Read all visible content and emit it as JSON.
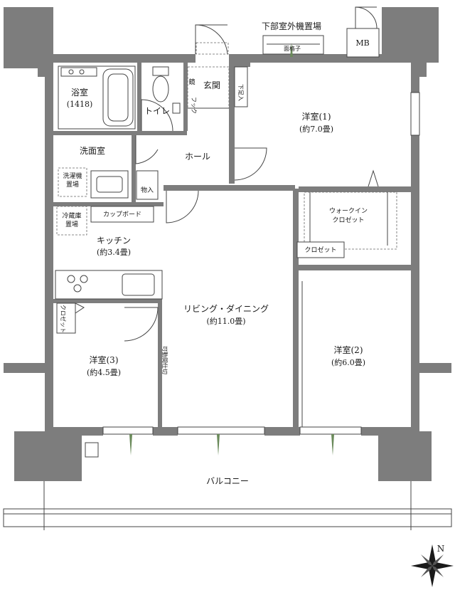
{
  "rooms": {
    "outdoor_unit_space": "下部室外機置場",
    "lattice": "面格子",
    "mb": "MB",
    "bathroom": "浴室",
    "bathroom_size": "(1418)",
    "toilet": "トイレ",
    "mirror": "鏡",
    "entrance": "玄関",
    "hook": "フック",
    "shoe_storage": "下足入",
    "western_room_1": "洋室(1)",
    "western_room_1_size": "(約7.0畳)",
    "washroom": "洗面室",
    "hall": "ホール",
    "washing_machine": "洗濯機",
    "washing_machine_2": "置場",
    "storage": "物入",
    "refrigerator": "冷蔵庫",
    "refrigerator_2": "置場",
    "cupboard": "カップボード",
    "walk_in_closet": "ウォークイン",
    "walk_in_closet_2": "クロゼット",
    "closet": "クロゼット",
    "kitchen": "キッチン",
    "kitchen_size": "(約3.4畳)",
    "living_dining": "リビング・ダイニング",
    "living_dining_size": "(約11.0畳)",
    "closet_vertical": "クロゼット",
    "movable_partition": "可動間仕切",
    "western_room_3": "洋室(3)",
    "western_room_3_size": "(約4.5畳)",
    "western_room_2": "洋室(2)",
    "western_room_2_size": "(約6.0畳)",
    "balcony": "バルコニー"
  },
  "compass": {
    "north_label": "N"
  }
}
